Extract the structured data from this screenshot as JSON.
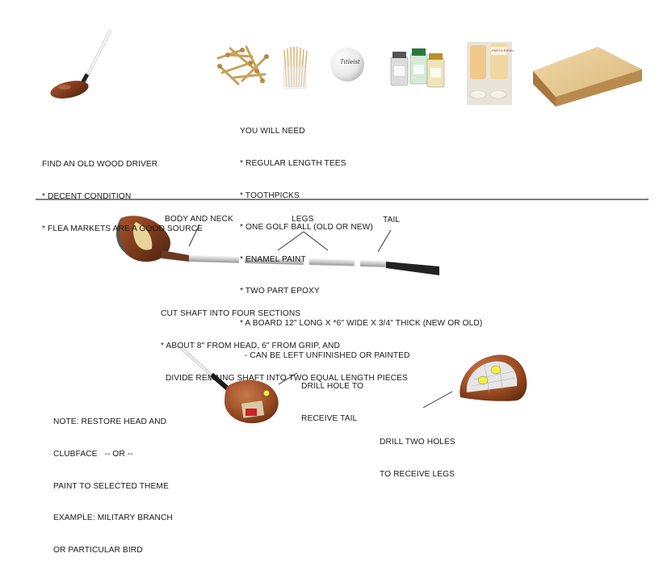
{
  "intro": {
    "lines": [
      "FIND AN OLD WOOD DRIVER",
      "* DECENT CONDITION",
      "* FLEA MARKETS ARE A GOOD SOURCE"
    ]
  },
  "materials": {
    "lines": [
      "YOU WILL NEED",
      "* REGULAR LENGTH TEES",
      "* TOOTHPICKS",
      "* ONE GOLF BALL (OLD OR NEW)",
      "* ENAMEL PAINT",
      "* TWO PART EPOXY",
      "* A BOARD 12\" LONG X *6\" WIDE X 3/4\" THICK (NEW OR OLD)",
      "  - CAN BE LEFT UNFINISHED OR PAINTED"
    ],
    "ball_brand": "Titleist",
    "epoxy_label": "PART A RESIN"
  },
  "diagram": {
    "label_body": "BODY AND NECK",
    "label_legs": "LEGS",
    "label_tail": "TAIL"
  },
  "cut": {
    "lines": [
      "CUT SHAFT INTO FOUR SECTIONS",
      "* ABOUT 8\" FROM HEAD, 6\" FROM GRIP, AND",
      "  DIVIDE REMAING SHAFT INTO TWO EQUAL LENGTH PIECES"
    ]
  },
  "note": {
    "lines": [
      "NOTE: RESTORE HEAD AND",
      "CLUBFACE   -- OR --",
      "PAINT TO SELECTED THEME",
      "EXAMPLE: MILITARY BRANCH",
      "OR PARTICULAR BIRD"
    ]
  },
  "drill_tail": {
    "lines": [
      "DRILL HOLE TO",
      "RECEIVE TAIL"
    ]
  },
  "drill_legs": {
    "lines": [
      "DRILL TWO HOLES",
      "TO RECEIVE LEGS"
    ]
  }
}
